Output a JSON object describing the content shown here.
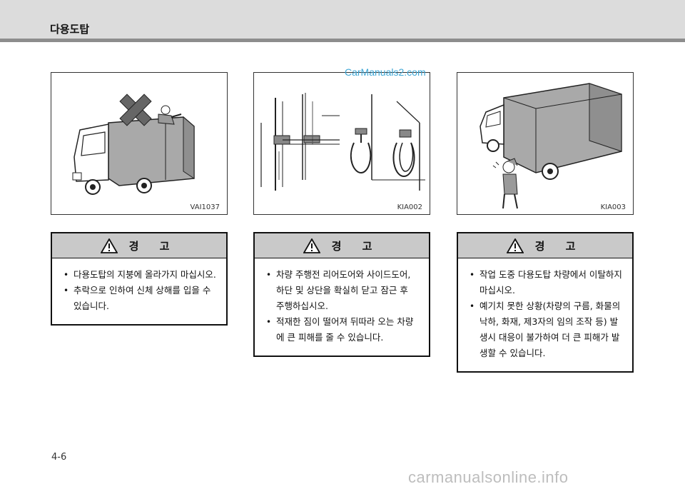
{
  "header": {
    "title": "다용도탑"
  },
  "figures": [
    {
      "code": "VAI1037"
    },
    {
      "code": "KIA002"
    },
    {
      "code": "KIA003"
    }
  ],
  "warnings": [
    {
      "title": "경 고",
      "items": [
        "다용도탑의 지붕에 올라가지 마십시오.",
        "추락으로 인하여 신체 상해를 입을 수 있습니다."
      ]
    },
    {
      "title": "경 고",
      "items": [
        "차량 주행전 리어도어와 사이드도어, 하단 및 상단을 확실히 닫고 잠근 후 주행하십시오.",
        "적재한 짐이 떨어져 뒤따라 오는 차량에 큰 피해를 줄 수 있습니다."
      ]
    },
    {
      "title": "경 고",
      "items": [
        "작업 도중 다용도탑 차량에서 이탈하지 마십시오.",
        "예기치 못한 상황(차량의 구름, 화물의 낙하, 화재, 제3자의 임의 조작 등) 발생시 대응이 불가하여 더 큰 피해가 발생할 수 있습니다."
      ]
    }
  ],
  "watermarks": {
    "top": "CarManuals2.com",
    "bottom": "carmanualsonline.info"
  },
  "page": {
    "number": "4-6"
  }
}
